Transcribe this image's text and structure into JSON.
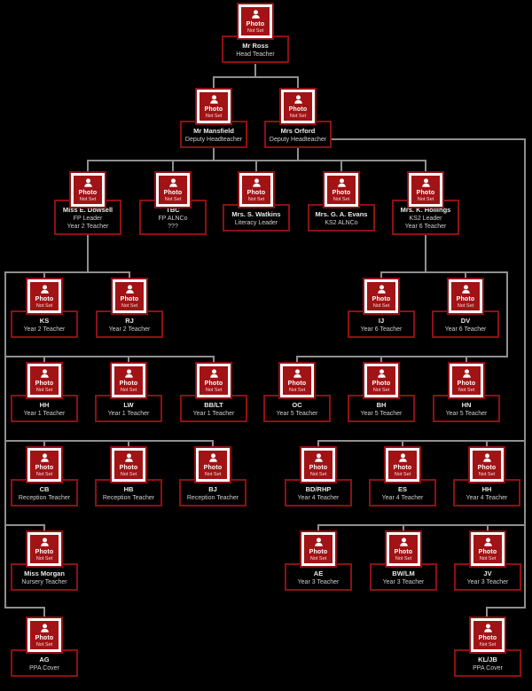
{
  "colors": {
    "tile_red": "#a21316",
    "border_red": "#8f1013",
    "line_gray": "#8f8f8f",
    "bg": "#000000",
    "name_text": "#e9e9e9",
    "role_text": "#cfcfcf"
  },
  "photo_placeholder": {
    "line1": "Photo",
    "line2": "Not Set"
  },
  "nodes": [
    {
      "id": "ross",
      "name": "Mr Ross",
      "roles": [
        "Head Teacher"
      ]
    },
    {
      "id": "mansfield",
      "name": "Mr Mansfield",
      "roles": [
        "Deputy Headteacher"
      ]
    },
    {
      "id": "orford",
      "name": "Mrs Orford",
      "roles": [
        "Deputy Headteacher"
      ]
    },
    {
      "id": "dowsell",
      "name": "Miss E. Dowsell",
      "roles": [
        "FP Leader",
        "Year 2 Teacher"
      ]
    },
    {
      "id": "tbc",
      "name": "TBC",
      "roles": [
        "FP ALNCo",
        "???"
      ]
    },
    {
      "id": "watkins",
      "name": "Mrs. S. Watkins",
      "roles": [
        "Literacy Leader"
      ]
    },
    {
      "id": "evans",
      "name": "Mrs. G. A. Evans",
      "roles": [
        "KS2 ALNCo"
      ]
    },
    {
      "id": "hollings",
      "name": "Mrs. K. Hollings",
      "roles": [
        "KS2 Leader",
        "Year 6 Teacher"
      ]
    },
    {
      "id": "ks",
      "name": "KS",
      "roles": [
        "Year 2 Teacher"
      ]
    },
    {
      "id": "rj",
      "name": "RJ",
      "roles": [
        "Year 2 Teacher"
      ]
    },
    {
      "id": "ij",
      "name": "IJ",
      "roles": [
        "Year 6 Teacher"
      ]
    },
    {
      "id": "dv",
      "name": "DV",
      "roles": [
        "Year 6 Teacher"
      ]
    },
    {
      "id": "hh1",
      "name": "HH",
      "roles": [
        "Year 1 Teacher"
      ]
    },
    {
      "id": "lw",
      "name": "LW",
      "roles": [
        "Year 1 Teacher"
      ]
    },
    {
      "id": "bblt",
      "name": "BB/LT",
      "roles": [
        "Year 1 Teacher"
      ]
    },
    {
      "id": "oc",
      "name": "OC",
      "roles": [
        "Year 5 Teacher"
      ]
    },
    {
      "id": "bh",
      "name": "BH",
      "roles": [
        "Year 5 Teacher"
      ]
    },
    {
      "id": "hn",
      "name": "HN",
      "roles": [
        "Year 5 Teacher"
      ]
    },
    {
      "id": "cb",
      "name": "CB",
      "roles": [
        "Reception Teacher"
      ]
    },
    {
      "id": "hb",
      "name": "HB",
      "roles": [
        "Reception Teacher"
      ]
    },
    {
      "id": "bj",
      "name": "BJ",
      "roles": [
        "Reception Teacher"
      ]
    },
    {
      "id": "bdrhp",
      "name": "BD/RHP",
      "roles": [
        "Year 4 Teacher"
      ]
    },
    {
      "id": "es",
      "name": "ES",
      "roles": [
        "Year 4 Teacher"
      ]
    },
    {
      "id": "hh2",
      "name": "HH",
      "roles": [
        "Year 4 Teacher"
      ]
    },
    {
      "id": "morgan",
      "name": "Miss Morgan",
      "roles": [
        "Nursery Teacher"
      ]
    },
    {
      "id": "ae",
      "name": "AE",
      "roles": [
        "Year 3 Teacher"
      ]
    },
    {
      "id": "bwlm",
      "name": "BW/LM",
      "roles": [
        "Year 3 Teacher"
      ]
    },
    {
      "id": "jv",
      "name": "JV",
      "roles": [
        "Year 3 Teacher"
      ]
    },
    {
      "id": "ag",
      "name": "AG",
      "roles": [
        "PPA Cover"
      ]
    },
    {
      "id": "kljb",
      "name": "KL/JB",
      "roles": [
        "PPA Cover"
      ]
    }
  ]
}
